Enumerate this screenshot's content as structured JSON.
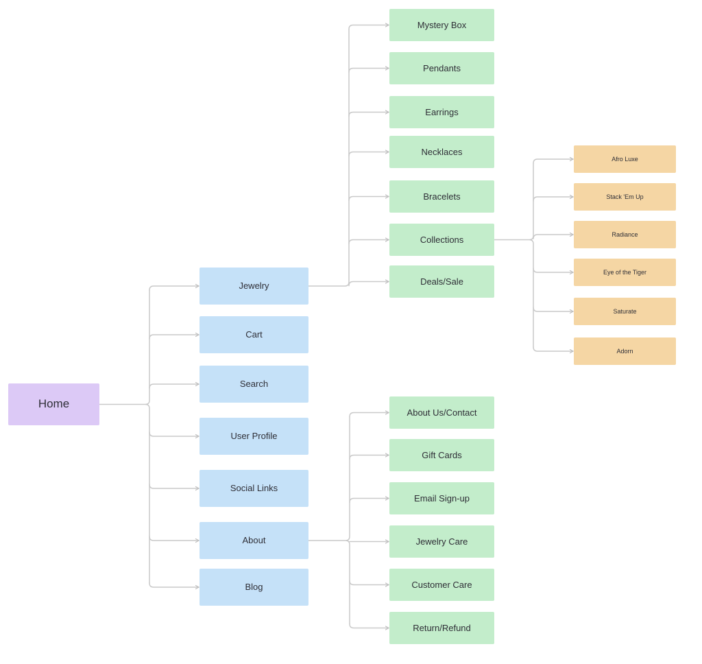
{
  "palette": {
    "root_fill": "#dcc9f6",
    "level2_fill": "#c5e1f8",
    "level3_fill": "#c3edcb",
    "level4_fill": "#f5d6a4",
    "connector": "#c9c9c9",
    "text": "#2e2e36",
    "background": "#ffffff"
  },
  "nodes": {
    "home": {
      "label": "Home"
    },
    "jewelry": {
      "label": "Jewelry"
    },
    "cart": {
      "label": "Cart"
    },
    "search": {
      "label": "Search"
    },
    "user_profile": {
      "label": "User Profile"
    },
    "social_links": {
      "label": "Social Links"
    },
    "about": {
      "label": "About"
    },
    "blog": {
      "label": "Blog"
    },
    "mystery_box": {
      "label": "Mystery Box"
    },
    "pendants": {
      "label": "Pendants"
    },
    "earrings": {
      "label": "Earrings"
    },
    "necklaces": {
      "label": "Necklaces"
    },
    "bracelets": {
      "label": "Bracelets"
    },
    "collections": {
      "label": "Collections"
    },
    "deals_sale": {
      "label": "Deals/Sale"
    },
    "afro_luxe": {
      "label": "Afro Luxe"
    },
    "stack_em_up": {
      "label": "Stack 'Em Up"
    },
    "radiance": {
      "label": "Radiance"
    },
    "eye_of_the_tiger": {
      "label": "Eye of the Tiger"
    },
    "saturate": {
      "label": "Saturate"
    },
    "adorn": {
      "label": "Adorn"
    },
    "about_us_contact": {
      "label": "About Us/Contact"
    },
    "gift_cards": {
      "label": "Gift Cards"
    },
    "email_signup": {
      "label": "Email Sign-up"
    },
    "jewelry_care": {
      "label": "Jewelry Care"
    },
    "customer_care": {
      "label": "Customer Care"
    },
    "return_refund": {
      "label": "Return/Refund"
    }
  },
  "edges": [
    [
      "home",
      "jewelry"
    ],
    [
      "home",
      "cart"
    ],
    [
      "home",
      "search"
    ],
    [
      "home",
      "user_profile"
    ],
    [
      "home",
      "social_links"
    ],
    [
      "home",
      "about"
    ],
    [
      "home",
      "blog"
    ],
    [
      "jewelry",
      "mystery_box"
    ],
    [
      "jewelry",
      "pendants"
    ],
    [
      "jewelry",
      "earrings"
    ],
    [
      "jewelry",
      "necklaces"
    ],
    [
      "jewelry",
      "bracelets"
    ],
    [
      "jewelry",
      "collections"
    ],
    [
      "jewelry",
      "deals_sale"
    ],
    [
      "collections",
      "afro_luxe"
    ],
    [
      "collections",
      "stack_em_up"
    ],
    [
      "collections",
      "radiance"
    ],
    [
      "collections",
      "eye_of_the_tiger"
    ],
    [
      "collections",
      "saturate"
    ],
    [
      "collections",
      "adorn"
    ],
    [
      "about",
      "about_us_contact"
    ],
    [
      "about",
      "gift_cards"
    ],
    [
      "about",
      "email_signup"
    ],
    [
      "about",
      "jewelry_care"
    ],
    [
      "about",
      "customer_care"
    ],
    [
      "about",
      "return_refund"
    ]
  ]
}
